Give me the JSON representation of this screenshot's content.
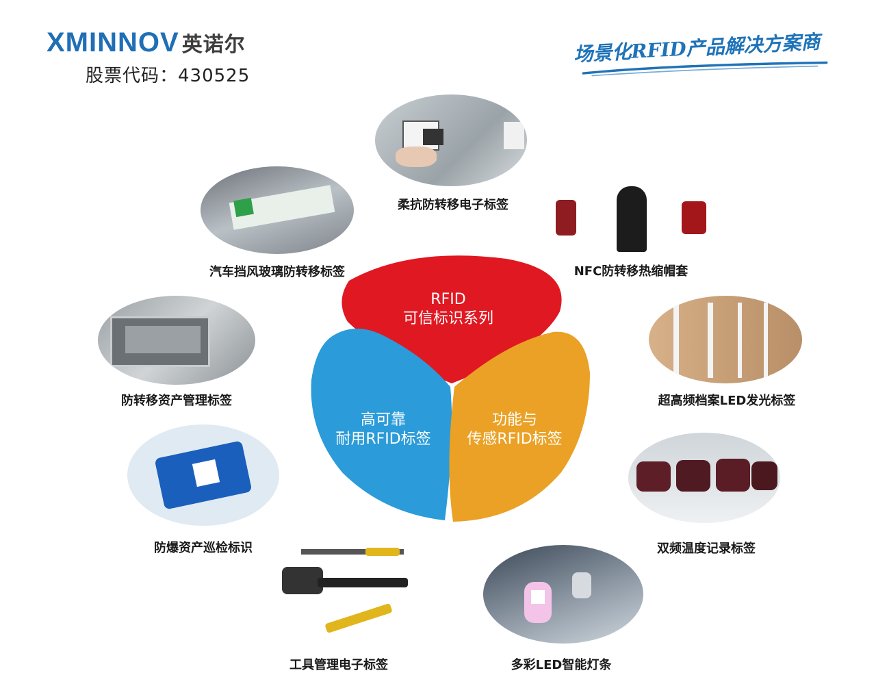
{
  "header": {
    "logo_en": "XMINNOV",
    "logo_cn": "英诺尔",
    "stock_code": "股票代码：430525",
    "slogan": "场景化RFID产品解决方案商"
  },
  "center": {
    "top": {
      "line1": "RFID",
      "line2": "可信标识系列",
      "color": "#e01822"
    },
    "left": {
      "line1": "高可靠",
      "line2": "耐用RFID标签",
      "color": "#2b9bd9"
    },
    "right": {
      "line1": "功能与",
      "line2": "传感RFID标签",
      "color": "#eaa125"
    }
  },
  "products": [
    {
      "label": "柔抗防转移电子标签",
      "icon": "battery-label-photo"
    },
    {
      "label": "NFC防转移热缩帽套",
      "icon": "wine-cap-photo"
    },
    {
      "label": "汽车挡风玻璃防转移标签",
      "icon": "windshield-photo"
    },
    {
      "label": "防转移资产管理标签",
      "icon": "asset-tag-photo"
    },
    {
      "label": "超高频档案LED发光标签",
      "icon": "archive-photo"
    },
    {
      "label": "防爆资产巡检标识",
      "icon": "blue-tag-photo"
    },
    {
      "label": "双频温度记录标签",
      "icon": "blood-bag-photo"
    },
    {
      "label": "工具管理电子标签",
      "icon": "tools-photo"
    },
    {
      "label": "多彩LED智能灯条",
      "icon": "led-tag-photo"
    }
  ]
}
